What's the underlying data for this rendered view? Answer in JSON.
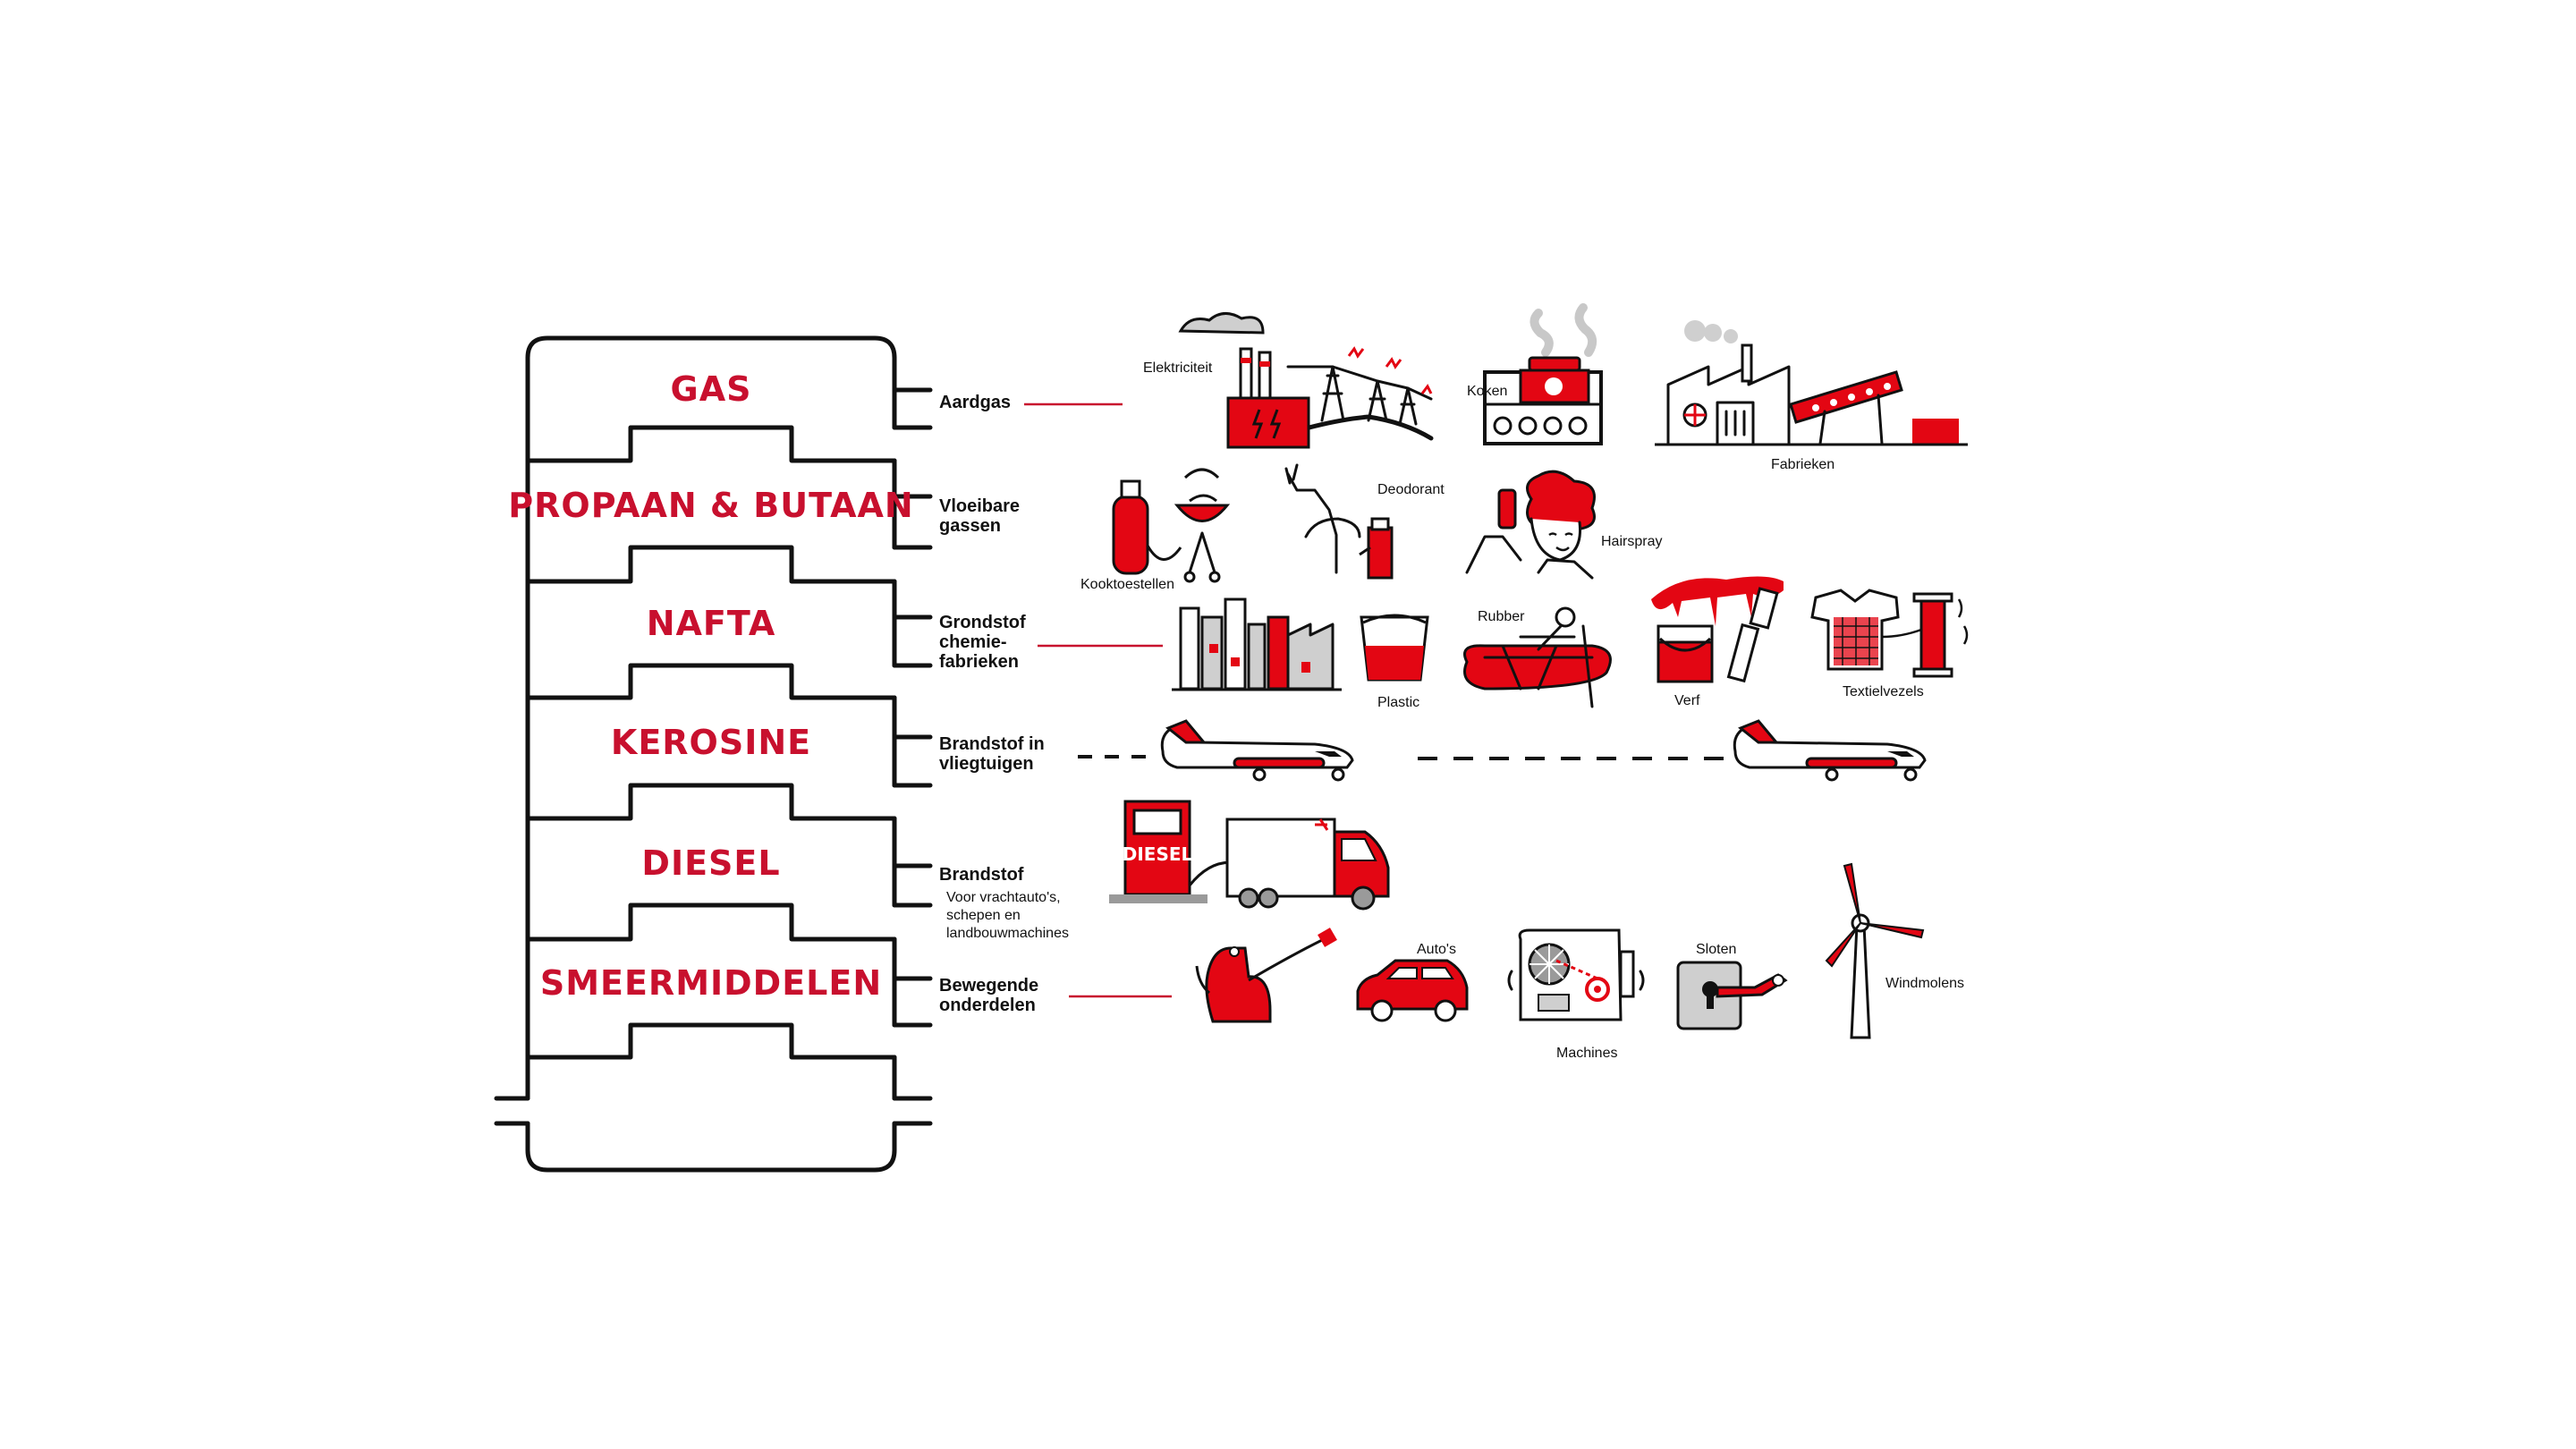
{
  "colors": {
    "accent": "#e30613",
    "fraction_text": "#c8102e",
    "ink": "#111111",
    "background": "#ffffff"
  },
  "fractions": [
    {
      "name": "GAS"
    },
    {
      "name": "PROPAAN & BUTAAN"
    },
    {
      "name": "NAFTA"
    },
    {
      "name": "KEROSINE"
    },
    {
      "name": "DIESEL"
    },
    {
      "name": "SMEERMIDDELEN"
    }
  ],
  "products": [
    {
      "title": "Aardgas",
      "title2": "",
      "title3": "",
      "subtitle": []
    },
    {
      "title": "Vloeibare",
      "title2": "gassen",
      "title3": "",
      "subtitle": []
    },
    {
      "title": "Grondstof",
      "title2": "chemie-",
      "title3": "fabrieken",
      "subtitle": []
    },
    {
      "title": "Brandstof in",
      "title2": "vliegtuigen",
      "title3": "",
      "subtitle": []
    },
    {
      "title": "Brandstof",
      "title2": "",
      "title3": "",
      "subtitle": [
        "Voor vrachtauto's,",
        "schepen en",
        "landbouwmachines"
      ]
    },
    {
      "title": "Bewegende",
      "title2": "onderdelen",
      "title3": "",
      "subtitle": []
    }
  ],
  "applications": {
    "elektriciteit": "Elektriciteit",
    "koken": "Koken",
    "fabrieken": "Fabrieken",
    "kooktoestellen": "Kooktoestellen",
    "deodorant": "Deodorant",
    "hairspray": "Hairspray",
    "plastic": "Plastic",
    "rubber": "Rubber",
    "verf": "Verf",
    "textielvezels": "Textielvezels",
    "autos": "Auto's",
    "machines": "Machines",
    "sloten": "Sloten",
    "windmolens": "Windmolens"
  },
  "pump_label": "DIESEL",
  "icons": [
    "power-plant-icon",
    "cooking-pot-icon",
    "factory-icon",
    "gas-bbq-icon",
    "deodorant-icon",
    "hairspray-icon",
    "chemical-plant-icon",
    "plastic-bucket-icon",
    "rubber-boat-icon",
    "paint-can-icon",
    "textile-icon",
    "airplane-icon",
    "diesel-truck-icon",
    "oil-can-icon",
    "car-icon",
    "machine-icon",
    "lock-icon",
    "windmill-icon"
  ]
}
